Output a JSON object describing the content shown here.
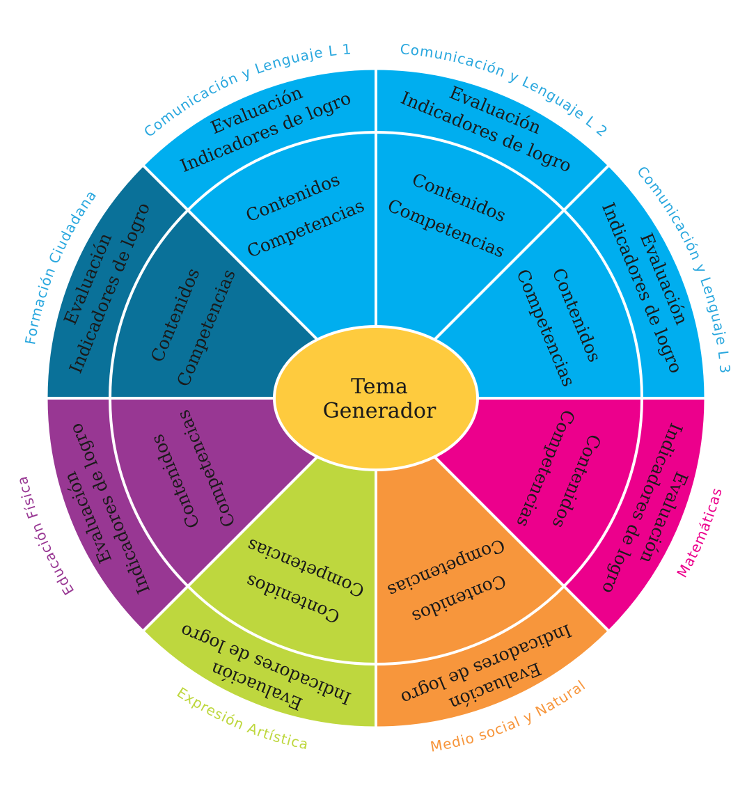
{
  "center": {
    "line1": "Tema",
    "line2": "Generador",
    "color": "#FECB3E"
  },
  "sectors": [
    {
      "id": "formacion",
      "label": "Formación Ciudadana",
      "color": "#0A7199",
      "label_color": "#29A7DE",
      "outer_line1": "Evaluación",
      "outer_line2": "Indicadores de logro",
      "inner_line1": "Contenidos",
      "inner_line2": "Competencias"
    },
    {
      "id": "l1",
      "label": "Comunicación y Lenguaje L 1",
      "color": "#00AEEF",
      "label_color": "#29A7DE",
      "outer_line1": "Evaluación",
      "outer_line2": "Indicadores de logro",
      "inner_line1": "Contenidos",
      "inner_line2": "Competencias"
    },
    {
      "id": "l2",
      "label": "Comunicación y Lenguaje L 2",
      "color": "#00AEEF",
      "label_color": "#29A7DE",
      "outer_line1": "Evaluación",
      "outer_line2": "Indicadores de logro",
      "inner_line1": "Contenidos",
      "inner_line2": "Competencias"
    },
    {
      "id": "l3",
      "label": "Comunicación y Lenguaje L 3",
      "color": "#00AEEF",
      "label_color": "#29A7DE",
      "outer_line1": "Evaluación",
      "outer_line2": "Indicadores de logro",
      "inner_line1": "Contenidos",
      "inner_line2": "Competencias"
    },
    {
      "id": "matematicas",
      "label": "Matemáticas",
      "color": "#EC008C",
      "label_color": "#EC008C",
      "outer_line1": "Evaluación",
      "outer_line2": "Indicadores de logro",
      "inner_line1": "Contenidos",
      "inner_line2": "Competencias"
    },
    {
      "id": "medio",
      "label": "Medio social y Natural",
      "color": "#F7963C",
      "label_color": "#F7963C",
      "outer_line1": "Evaluación",
      "outer_line2": "Indicadores de logro",
      "inner_line1": "Contenidos",
      "inner_line2": "Competencias"
    },
    {
      "id": "expresion",
      "label": "Expresión Artística",
      "color": "#BED73E",
      "label_color": "#BED73E",
      "outer_line1": "Evaluación",
      "outer_line2": "Indicadores de logro",
      "inner_line1": "Contenidos",
      "inner_line2": "Competencias"
    },
    {
      "id": "educacion",
      "label": "Educación Física",
      "color": "#983793",
      "label_color": "#983793",
      "outer_line1": "Evaluación",
      "outer_line2": "Indicadores de logro",
      "inner_line1": "Contenidos",
      "inner_line2": "Competencias"
    }
  ]
}
